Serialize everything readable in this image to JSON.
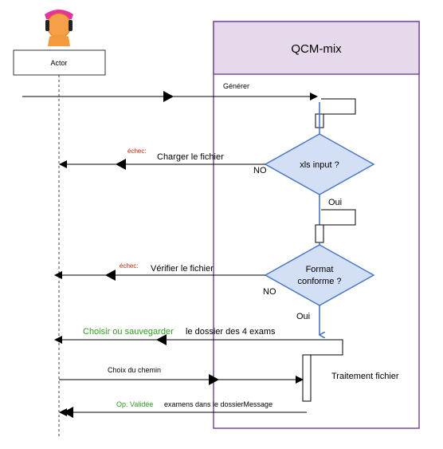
{
  "actor": {
    "label": "Actor"
  },
  "system": {
    "title": "QCM-mix"
  },
  "messages": {
    "generer": "Générer",
    "echec1": "échec:",
    "charger": "Charger le fichier",
    "no1": "NO",
    "oui1": "Oui",
    "echec2": "échec:",
    "verifier": "Vérifier le fichier",
    "no2": "NO",
    "oui2": "Oui",
    "choisir_green": "Choisir ou sauvegarder",
    "choisir_black": "le dossier des 4 exams",
    "choix_chemin": "Choix du chemin",
    "traitement": "Traitement fichier",
    "op_green": "Op. Validée",
    "op_black": "examens dans le dossierMessage"
  },
  "decisions": {
    "d1": "xls input ?",
    "d2_line1": "Format",
    "d2_line2": "conforme ?"
  },
  "colors": {
    "system_fill": "#e6d9ec",
    "system_border": "#7a4f96",
    "diamond_fill": "#d3dff5",
    "diamond_border": "#4a78c2",
    "echec_red": "#cc2200",
    "ok_green": "#2e9e1e",
    "flow_blue": "#3b6fc4"
  },
  "icons": {
    "actor": "person-icon"
  }
}
